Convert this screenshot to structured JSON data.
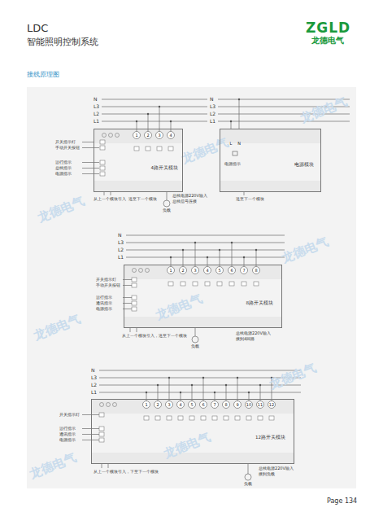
{
  "diagram": {
    "title": "接线原理图",
    "nodes": [
      {
        "text": [
          "4路开关模块"
        ]
      },
      {
        "text": [
          "电源模块"
        ]
      },
      {
        "text": [
          "8路开关模块"
        ]
      },
      {
        "text": [
          "12路开关模块"
        ]
      }
    ],
    "labels": [
      "LDC",
      "智能照明控制系统",
      "ZGLD",
      "龙德电气",
      "N",
      "L3",
      "L2",
      "L1",
      "开关指示灯",
      "手动开关按钮",
      "运行指示",
      "总线指示",
      "电源指示",
      "从上一个模块引入",
      "送至下一个模块",
      "总线电源220V输入",
      "总线信号连接",
      "负载",
      "1",
      "2",
      "3",
      "4",
      "N",
      "L3",
      "L2",
      "L1",
      "L",
      "N",
      "电源指示",
      "送至下一个模块",
      "N",
      "L3",
      "L2",
      "L1",
      "开关指示灯",
      "手动开关按钮",
      "运行指示",
      "通讯指示",
      "电源指示",
      "从上一个模块引入，送至下一个模块",
      "总线电源220V输入",
      "接到4回路",
      "负载",
      "1",
      "2",
      "3",
      "4",
      "5",
      "6",
      "7",
      "8",
      "N",
      "L3",
      "L2",
      "L1",
      "开关指示灯",
      "运行指示",
      "通讯指示",
      "电源指示",
      "从上一个模块引入，下至下一个模块",
      "总线电源220V输入",
      "接到负载",
      "负载",
      "1",
      "2",
      "3",
      "4",
      "5",
      "6",
      "7",
      "8",
      "9",
      "10",
      "11",
      "12",
      "龙德电气",
      "龙德电气",
      "龙德电气",
      "龙德电气",
      "龙德电气",
      "龙德电气",
      "龙德电气",
      "龙德电气",
      "龙德电气",
      "Page 134"
    ]
  }
}
